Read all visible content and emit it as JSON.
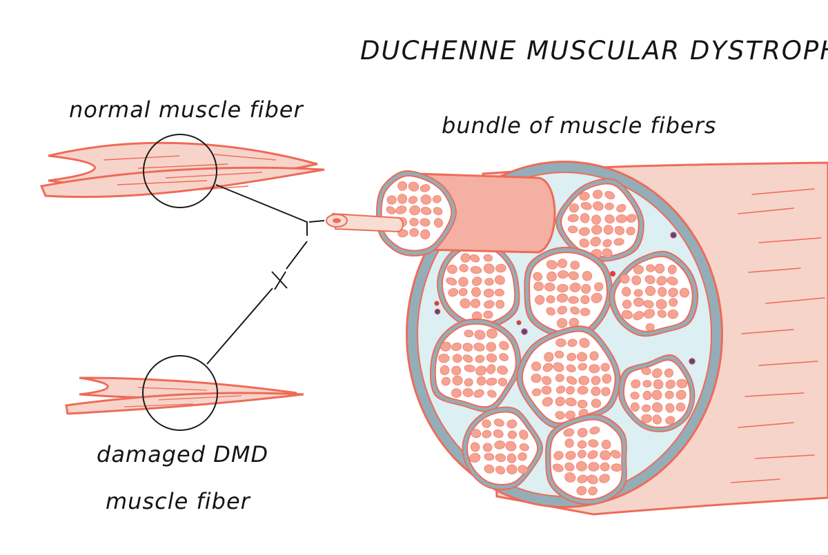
{
  "title": "DUCHENNE MUSCULAR DYSTROPHY",
  "labels": {
    "normal": "normal muscle fiber",
    "bundle": "bundle of muscle fibers",
    "damaged_line1": "damaged DMD",
    "damaged_line2": "muscle fiber"
  },
  "colors": {
    "fiber_fill": "#f6d4ca",
    "fiber_stroke": "#ee6b58",
    "cell_fill": "#f5a393",
    "sheath_gray": "#93aeb8",
    "connective_blue": "#dceff3",
    "vessel_blue": "#3a4ea0",
    "vessel_red": "#d8423c",
    "line_black": "#1a1a1a"
  }
}
